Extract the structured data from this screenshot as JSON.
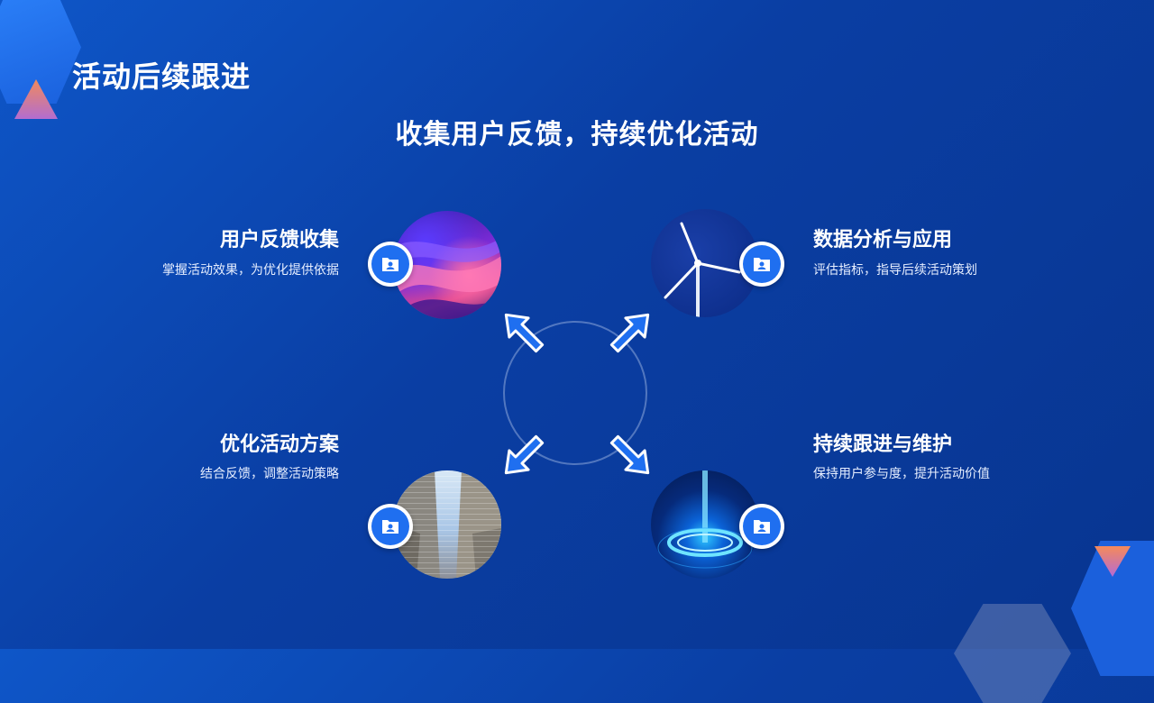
{
  "page": {
    "title": "活动后续跟进",
    "subtitle": "收集用户反馈，持续优化活动"
  },
  "items": [
    {
      "title": "用户反馈收集",
      "desc": "掌握活动效果，为优化提供依据",
      "photo": "abstract-wave"
    },
    {
      "title": "数据分析与应用",
      "desc": "评估指标，指导后续活动策划",
      "photo": "wind-turbine"
    },
    {
      "title": "优化活动方案",
      "desc": "结合反馈，调整活动策略",
      "photo": "skyscrapers"
    },
    {
      "title": "持续跟进与维护",
      "desc": "保持用户参与度，提升活动价值",
      "photo": "light-ring"
    }
  ],
  "icons": {
    "badge": "user-folder-icon",
    "arrow": "arrow-icon"
  },
  "colors": {
    "background_start": "#0e56c8",
    "background_end": "#083590",
    "accent": "#1f6ff0",
    "decor_gradient_start": "#f08a5d",
    "decor_gradient_end": "#b36dd0"
  }
}
